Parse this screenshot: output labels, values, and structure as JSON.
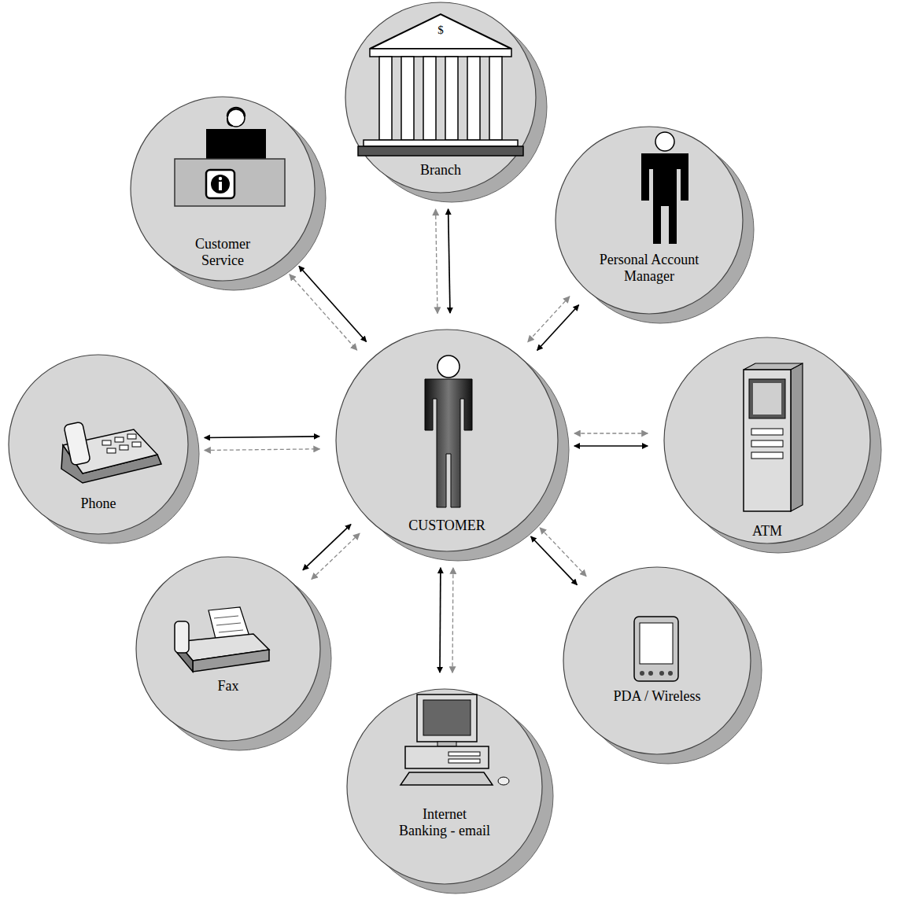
{
  "diagram": {
    "nodes": [
      {
        "text": [
          "Branch"
        ]
      },
      {
        "text": [
          "Customer Service"
        ]
      },
      {
        "text": [
          "Personal Account Manager"
        ]
      },
      {
        "text": [
          "Phone"
        ]
      },
      {
        "text": [
          "CUSTOMER"
        ]
      },
      {
        "text": [
          "ATM"
        ]
      },
      {
        "text": [
          "Fax"
        ]
      },
      {
        "text": [
          "PDA / Wireless"
        ]
      },
      {
        "text": [
          "Internet Banking - email"
        ]
      }
    ],
    "edges": [
      {
        "from": 0,
        "to": 4,
        "arrow": "both"
      },
      {
        "from": 1,
        "to": 4,
        "arrow": "both"
      },
      {
        "from": 2,
        "to": 4,
        "arrow": "both"
      },
      {
        "from": 3,
        "to": 4,
        "arrow": "both"
      },
      {
        "from": 5,
        "to": 4,
        "arrow": "both"
      },
      {
        "from": 6,
        "to": 4,
        "arrow": "both"
      },
      {
        "from": 7,
        "to": 4,
        "arrow": "both"
      },
      {
        "from": 8,
        "to": 4,
        "arrow": "both"
      },
      {
        "from": 0,
        "to": 4,
        "arrow": "both"
      },
      {
        "from": 1,
        "to": 4,
        "arrow": "both"
      },
      {
        "from": 2,
        "to": 4,
        "arrow": "both"
      },
      {
        "from": 3,
        "to": 4,
        "arrow": "both"
      },
      {
        "from": 5,
        "to": 4,
        "arrow": "both"
      },
      {
        "from": 6,
        "to": 4,
        "arrow": "both"
      },
      {
        "from": 7,
        "to": 4,
        "arrow": "both"
      },
      {
        "from": 8,
        "to": 4,
        "arrow": "both"
      }
    ],
    "labels": [
      "$"
    ]
  }
}
